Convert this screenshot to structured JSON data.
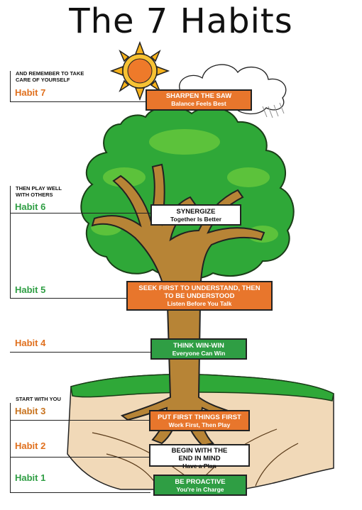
{
  "title": "The 7 Habits",
  "notes": {
    "top": "AND REMEMBER TO TAKE CARE OF YOURSELF",
    "middle": "THEN PLAY WELL WITH OTHERS",
    "bottom": "START WITH YOU"
  },
  "habits": [
    {
      "label": "Habit 7",
      "sign_main": "SHARPEN THE SAW",
      "sign_sub": "Balance Feels Best",
      "color": "#e8762c"
    },
    {
      "label": "Habit 6",
      "sign_main": "SYNERGIZE",
      "sign_sub": "Together Is Better",
      "color": "#2f9e44"
    },
    {
      "label": "Habit 5",
      "sign_main": "SEEK FIRST TO UNDERSTAND, THEN TO BE UNDERSTOOD",
      "sign_sub": "Listen Before You Talk",
      "color": "#2f9e44"
    },
    {
      "label": "Habit 4",
      "sign_main": "THINK WIN-WIN",
      "sign_sub": "Everyone Can Win",
      "color": "#e8762c"
    },
    {
      "label": "Habit 3",
      "sign_main": "PUT FIRST THINGS FIRST",
      "sign_sub": "Work First, Then Play",
      "color": "#c8731e"
    },
    {
      "label": "Habit 2",
      "sign_main": "BEGIN WITH THE END IN MIND",
      "sign_sub": "Have a Plan",
      "color": "#e8762c"
    },
    {
      "label": "Habit 1",
      "sign_main": "BE PROACTIVE",
      "sign_sub": "You're in Charge",
      "color": "#2f9e44"
    }
  ]
}
